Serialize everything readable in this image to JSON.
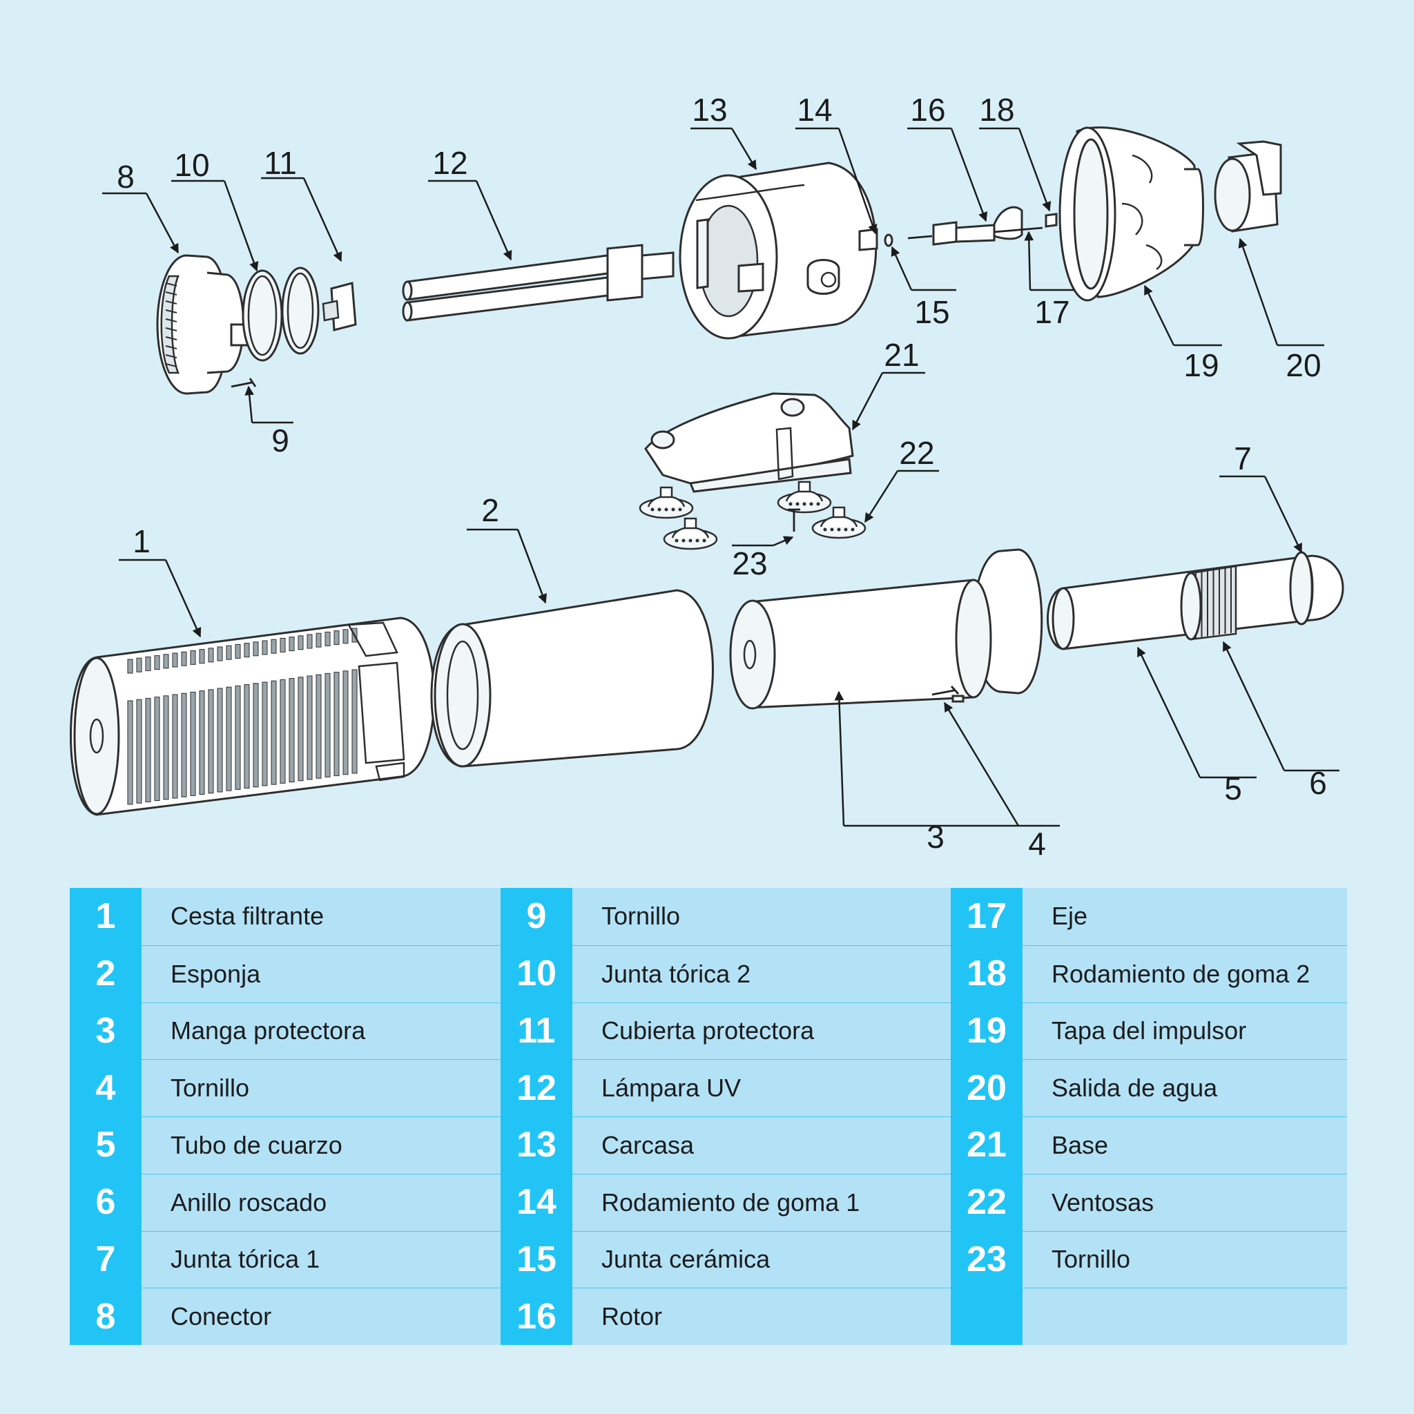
{
  "callouts": [
    "1",
    "2",
    "3",
    "4",
    "5",
    "6",
    "7",
    "8",
    "9",
    "10",
    "11",
    "12",
    "13",
    "14",
    "15",
    "16",
    "17",
    "18",
    "19",
    "20",
    "21",
    "22",
    "23"
  ],
  "parts": [
    {
      "num": "1",
      "name": "Cesta filtrante"
    },
    {
      "num": "2",
      "name": "Esponja"
    },
    {
      "num": "3",
      "name": "Manga protectora"
    },
    {
      "num": "4",
      "name": "Tornillo"
    },
    {
      "num": "5",
      "name": "Tubo de cuarzo"
    },
    {
      "num": "6",
      "name": "Anillo roscado"
    },
    {
      "num": "7",
      "name": "Junta tórica 1"
    },
    {
      "num": "8",
      "name": "Conector"
    },
    {
      "num": "9",
      "name": "Tornillo"
    },
    {
      "num": "10",
      "name": "Junta tórica 2"
    },
    {
      "num": "11",
      "name": "Cubierta protectora"
    },
    {
      "num": "12",
      "name": "Lámpara UV"
    },
    {
      "num": "13",
      "name": "Carcasa"
    },
    {
      "num": "14",
      "name": "Rodamiento de goma 1"
    },
    {
      "num": "15",
      "name": "Junta cerámica"
    },
    {
      "num": "16",
      "name": "Rotor"
    },
    {
      "num": "17",
      "name": "Eje"
    },
    {
      "num": "18",
      "name": "Rodamiento de goma 2"
    },
    {
      "num": "19",
      "name": "Tapa del impulsor"
    },
    {
      "num": "20",
      "name": "Salida de agua"
    },
    {
      "num": "21",
      "name": "Base"
    },
    {
      "num": "22",
      "name": "Ventosas"
    },
    {
      "num": "23",
      "name": "Tornillo"
    }
  ],
  "colors": {
    "background": "#d9eff8",
    "number_cell": "#22c4f5",
    "label_cell": "#b3e2f7"
  }
}
